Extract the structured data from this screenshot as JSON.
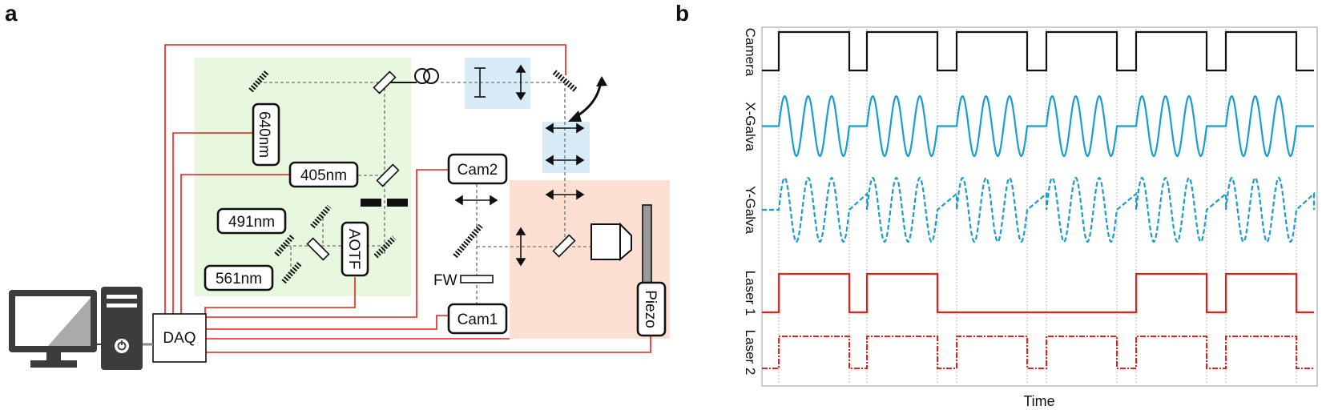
{
  "panels": {
    "a": "a",
    "b": "b"
  },
  "setup": {
    "lasers": [
      "640nm",
      "405nm",
      "491nm",
      "561nm"
    ],
    "aotf": "AOTF",
    "daq": "DAQ",
    "cameras": [
      "Cam2",
      "Cam1"
    ],
    "filter_wheel": "FW",
    "piezo": "Piezo"
  },
  "timing": {
    "xlabel": "Time",
    "tracks": [
      {
        "name": "Camera",
        "color": "#111111",
        "style": "solid"
      },
      {
        "name": "X-Galva",
        "color": "#1a9ccf",
        "style": "solid"
      },
      {
        "name": "Y-Galva",
        "color": "#1a9ccf",
        "style": "dashed"
      },
      {
        "name": "Laser 1",
        "color": "#e2231a",
        "style": "solid"
      },
      {
        "name": "Laser 2",
        "color": "#e2231a",
        "style": "dashdot"
      }
    ],
    "frames": 6,
    "galvo_cycles_per_frame": [
      3,
      3,
      3,
      3,
      3,
      3
    ],
    "laser1_on_frames": [
      1,
      2,
      5,
      6
    ],
    "laser2_on_frames": [
      1,
      2,
      3,
      4,
      5,
      6
    ]
  },
  "colors": {
    "wire": "#e2231a",
    "excitation_box": "#e8f8df",
    "optics_box": "#d8ecf8",
    "objective_box": "#fde0d2",
    "beam": "#888888"
  }
}
